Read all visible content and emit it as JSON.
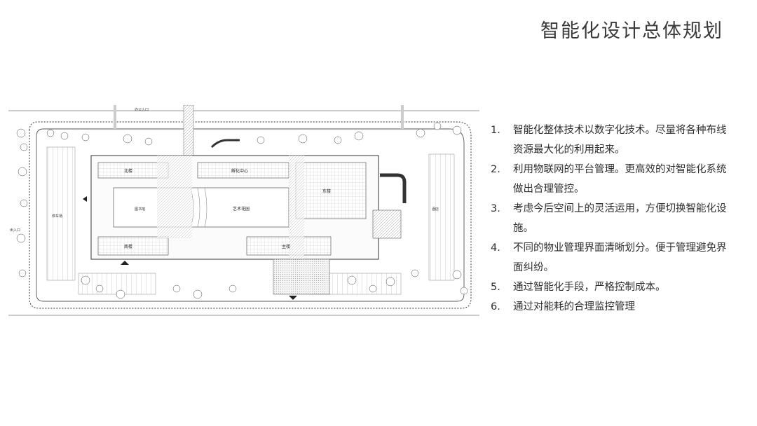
{
  "slide": {
    "title": "智能化设计总体规划"
  },
  "plan": {
    "labels": {
      "north_entrance": "办公入口",
      "west_entrance": "出入口",
      "central_plaza": "艺术花园",
      "incubation_center": "孵化中心",
      "library": "图书馆",
      "main_building": "主楼",
      "north_building": "北楼",
      "south_building": "南楼",
      "east_building": "东楼",
      "hotel": "酒店",
      "parking": "停车场"
    }
  },
  "points": [
    {
      "num": "1.",
      "text": "智能化整体技术以数字化技术。尽量将各种布线资源最大化的利用起来。"
    },
    {
      "num": "2.",
      "text": "利用物联网的平台管理。更高效的对智能化系统做出合理管控。"
    },
    {
      "num": "3.",
      "text": "考虑今后空间上的灵活运用，方便切换智能化设施。"
    },
    {
      "num": "4.",
      "text": "不同的物业管理界面清晰划分。便于管理避免界面纠纷。"
    },
    {
      "num": "5.",
      "text": "通过智能化手段，严格控制成本。"
    },
    {
      "num": "6.",
      "text": "通过对能耗的合理监控管理"
    }
  ]
}
